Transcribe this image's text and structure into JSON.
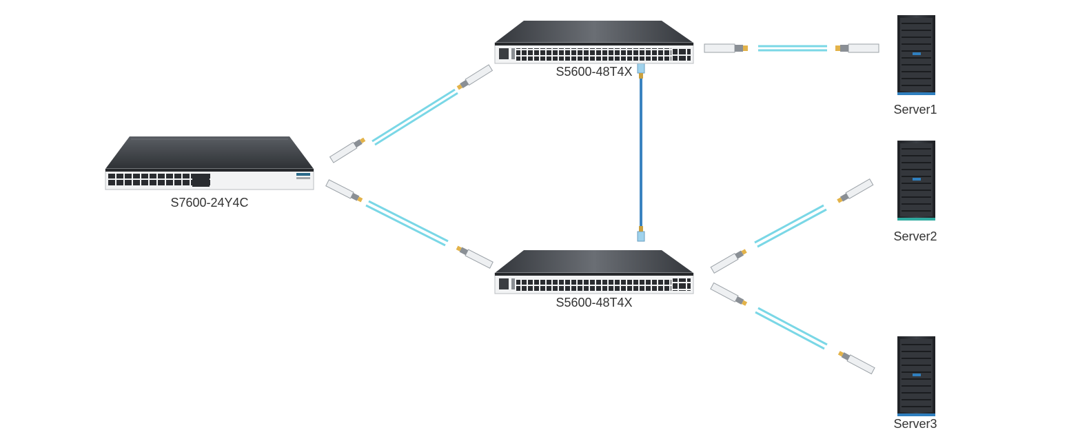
{
  "devices": {
    "core_switch": {
      "label": "S7600-24Y4C"
    },
    "access_switch_top": {
      "label": "S5600-48T4X"
    },
    "access_switch_bottom": {
      "label": "S5600-48T4X"
    },
    "server1": {
      "label": "Server1"
    },
    "server2": {
      "label": "Server2"
    },
    "server3": {
      "label": "Server3"
    }
  },
  "colors": {
    "fiber": "#7ad7e6",
    "copper": "#3a83c0",
    "switch_body": "#3b3e43",
    "server_body": "#2c2f33",
    "server_accent": "#2f7fbf"
  }
}
